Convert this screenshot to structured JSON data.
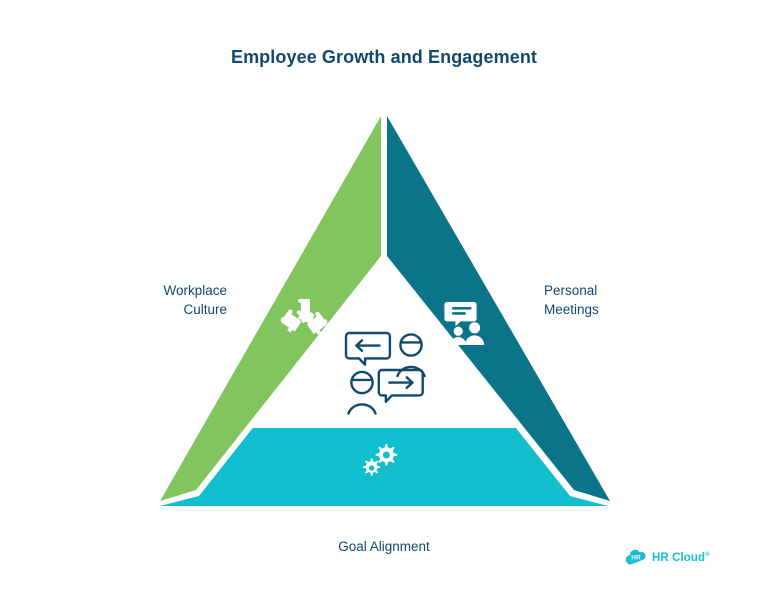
{
  "page": {
    "title": "Employee Growth and Engagement",
    "background_color": "#FFFFFF",
    "text_color": "#12486E"
  },
  "diagram": {
    "type": "triangle-3-segment",
    "segments": [
      {
        "id": "workplace-culture",
        "label": "Workplace\nCulture",
        "color": "#82C45D",
        "position": "left",
        "icon": "teamwork-hands-icon"
      },
      {
        "id": "personal-meetings",
        "label": "Personal\nMeetings",
        "color": "#0C7489",
        "position": "right",
        "icon": "presentation-people-icon"
      },
      {
        "id": "goal-alignment",
        "label": "Goal Alignment",
        "color": "#10BECE",
        "position": "bottom",
        "icon": "gears-icon"
      }
    ],
    "center_icon": {
      "id": "communication-cluster",
      "name": "speech-bubbles-people-icon",
      "color": "#12486E"
    }
  },
  "brand": {
    "name": "HR Cloud",
    "mark_text": "HR",
    "trademark": "®",
    "color": "#16BECE"
  }
}
